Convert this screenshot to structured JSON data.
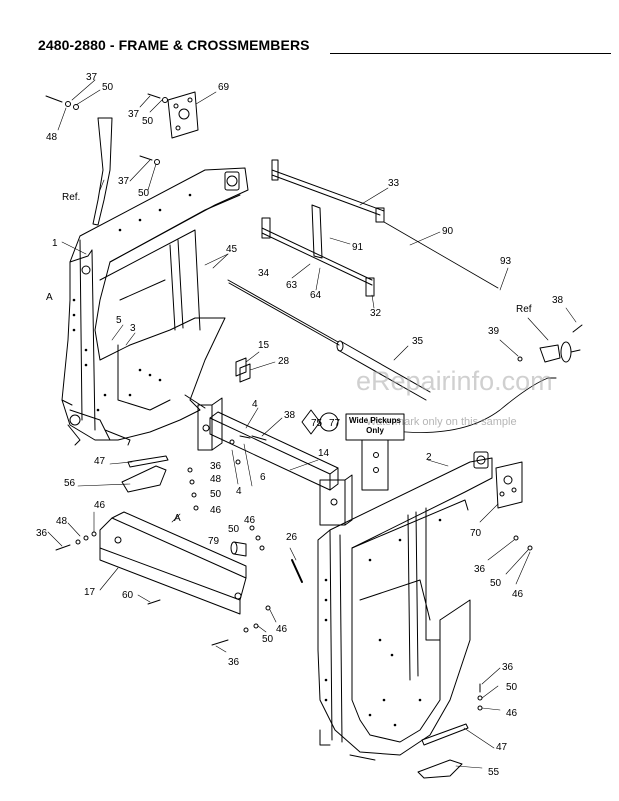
{
  "header": {
    "title": "2480-2880 - FRAME & CROSSMEMBERS"
  },
  "watermark": {
    "brand": "eRepairinfo.com",
    "note": "Watermark only on this sample"
  },
  "callout_box": {
    "label_line1": "Wide Pickups",
    "label_line2": "Only"
  },
  "part_callouts": [
    {
      "id": "c01",
      "text": "37"
    },
    {
      "id": "c02",
      "text": "50"
    },
    {
      "id": "c03",
      "text": "48"
    },
    {
      "id": "c04",
      "text": "37"
    },
    {
      "id": "c05",
      "text": "50"
    },
    {
      "id": "c06",
      "text": "69"
    },
    {
      "id": "c07",
      "text": "37"
    },
    {
      "id": "c08",
      "text": "50"
    },
    {
      "id": "c09",
      "text": "Ref."
    },
    {
      "id": "c10",
      "text": "33"
    },
    {
      "id": "c11",
      "text": "90"
    },
    {
      "id": "c12",
      "text": "1"
    },
    {
      "id": "c13",
      "text": "45"
    },
    {
      "id": "c14",
      "text": "91"
    },
    {
      "id": "c15",
      "text": "A"
    },
    {
      "id": "c16",
      "text": "34"
    },
    {
      "id": "c17",
      "text": "63"
    },
    {
      "id": "c18",
      "text": "64"
    },
    {
      "id": "c19",
      "text": "93"
    },
    {
      "id": "c20",
      "text": "32"
    },
    {
      "id": "c21",
      "text": "Ref"
    },
    {
      "id": "c22",
      "text": "38"
    },
    {
      "id": "c23",
      "text": "5"
    },
    {
      "id": "c24",
      "text": "3"
    },
    {
      "id": "c25",
      "text": "39"
    },
    {
      "id": "c26",
      "text": "35"
    },
    {
      "id": "c27",
      "text": "15"
    },
    {
      "id": "c28",
      "text": "28"
    },
    {
      "id": "c29",
      "text": "4"
    },
    {
      "id": "c30",
      "text": "38"
    },
    {
      "id": "c31",
      "text": "75"
    },
    {
      "id": "c32",
      "text": "77"
    },
    {
      "id": "c33",
      "text": "47"
    },
    {
      "id": "c34",
      "text": "36"
    },
    {
      "id": "c35",
      "text": "14"
    },
    {
      "id": "c36",
      "text": "2"
    },
    {
      "id": "c37",
      "text": "56"
    },
    {
      "id": "c38",
      "text": "48"
    },
    {
      "id": "c39",
      "text": "50"
    },
    {
      "id": "c40",
      "text": "4"
    },
    {
      "id": "c41",
      "text": "6"
    },
    {
      "id": "c42",
      "text": "46"
    },
    {
      "id": "c43",
      "text": "48"
    },
    {
      "id": "c44",
      "text": "46"
    },
    {
      "id": "c45",
      "text": "36"
    },
    {
      "id": "c46",
      "text": "A"
    },
    {
      "id": "c47",
      "text": "50"
    },
    {
      "id": "c48",
      "text": "46"
    },
    {
      "id": "c49",
      "text": "79"
    },
    {
      "id": "c50",
      "text": "26"
    },
    {
      "id": "c51",
      "text": "70"
    },
    {
      "id": "c52",
      "text": "36"
    },
    {
      "id": "c53",
      "text": "50"
    },
    {
      "id": "c54",
      "text": "46"
    },
    {
      "id": "c55",
      "text": "17"
    },
    {
      "id": "c56",
      "text": "60"
    },
    {
      "id": "c57",
      "text": "46"
    },
    {
      "id": "c58",
      "text": "50"
    },
    {
      "id": "c59",
      "text": "36"
    },
    {
      "id": "c60",
      "text": "36"
    },
    {
      "id": "c61",
      "text": "50"
    },
    {
      "id": "c62",
      "text": "46"
    },
    {
      "id": "c63",
      "text": "47"
    },
    {
      "id": "c64",
      "text": "55"
    }
  ]
}
